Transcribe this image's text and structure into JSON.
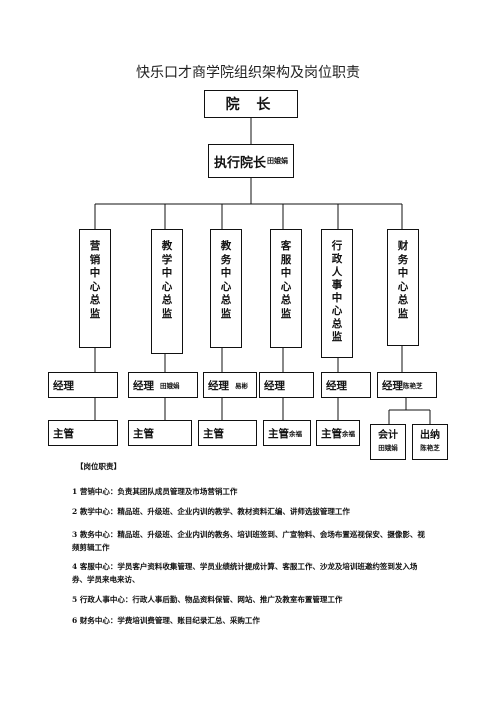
{
  "page": {
    "title": "快乐口才商学院组织架构及岗位职责"
  },
  "org": {
    "president": "院 长",
    "executive": {
      "label": "执行院长",
      "name": "田娥娟"
    },
    "directors": [
      {
        "chars": [
          "营",
          "销",
          "中",
          "心",
          "总",
          "监"
        ]
      },
      {
        "chars": [
          "教",
          "学",
          "中",
          "心",
          "总",
          "监"
        ]
      },
      {
        "chars": [
          "教",
          "务",
          "中",
          "心",
          "总",
          "监"
        ]
      },
      {
        "chars": [
          "客",
          "服",
          "中",
          "心",
          "总",
          "监"
        ]
      },
      {
        "chars": [
          "行",
          "政",
          "人",
          "事",
          "中",
          "心",
          "总",
          "监"
        ]
      },
      {
        "chars": [
          "财",
          "务",
          "中",
          "心",
          "总",
          "监"
        ]
      }
    ],
    "managers": [
      {
        "label": "经理",
        "name": ""
      },
      {
        "label": "经理",
        "name": "田娥娟"
      },
      {
        "label": "经理",
        "name": "易彬"
      },
      {
        "label": "经理",
        "name": ""
      },
      {
        "label": "经理",
        "name": ""
      },
      {
        "label": "经理",
        "name": "陈艳芝"
      }
    ],
    "supervisors": [
      {
        "label": "主管",
        "name": ""
      },
      {
        "label": "主管",
        "name": ""
      },
      {
        "label": "主管",
        "name": ""
      },
      {
        "label": "主管",
        "name": "余福"
      },
      {
        "label": "主管",
        "name": "余福"
      }
    ],
    "finance_staff": [
      {
        "label": "会计",
        "name": "田娥娟"
      },
      {
        "label": "出纳",
        "name": "陈艳芝"
      }
    ]
  },
  "responsibilities": {
    "heading": "【岗位职责】",
    "items": [
      "1 营销中心：负责其团队成员管理及市场营销工作",
      "2 教学中心：精品班、升级班、企业内训的教学、教材资料汇编、讲师选拔管理工作",
      "3 教务中心：精品班、升级班、企业内训的教务、培训班签到、广宣物料、会场布置巡视保安、摄像影、视频剪辑工作",
      "4 客服中心：学员客户资料收集管理、学员业绩统计提成计算、客服工作、沙龙及培训班邀约签到发入场券、学员来电来访、",
      "5 行政人事中心：行政人事后勤、物品资料保管、网站、推广及教室布置管理工作",
      "6 财务中心：学费培训费管理、账目纪录汇总、采购工作"
    ]
  }
}
